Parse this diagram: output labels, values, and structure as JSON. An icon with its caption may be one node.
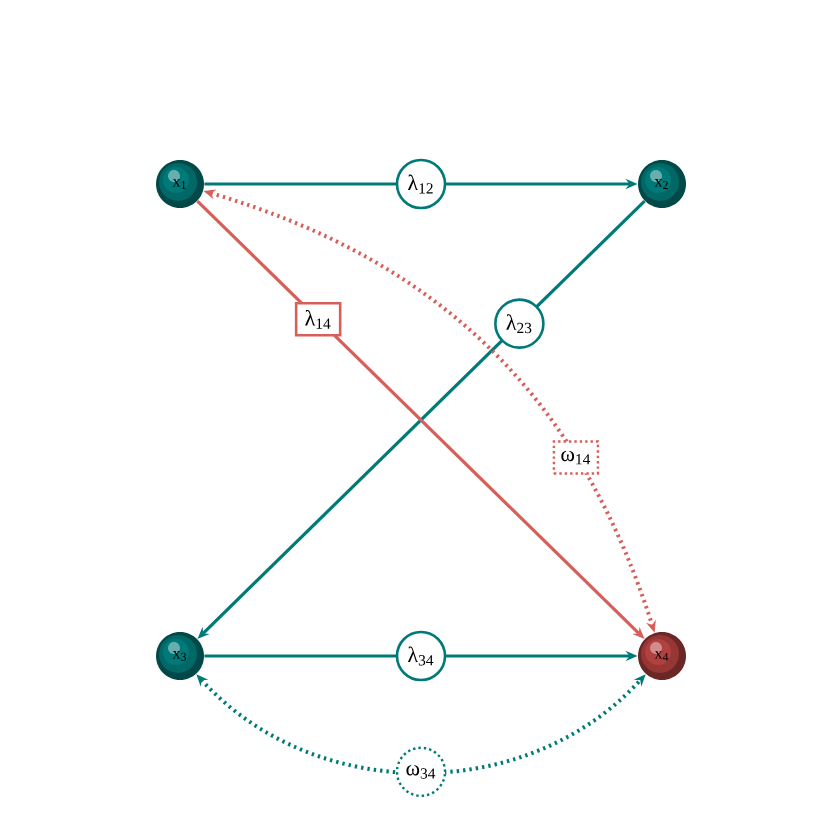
{
  "diagram": {
    "nodes": [
      {
        "text": [
          "x$_{1}$"
        ]
      },
      {
        "text": [
          "x$_{2}$"
        ]
      },
      {
        "text": [
          "x$_{3}$"
        ]
      },
      {
        "text": [
          "x$_{4}$"
        ]
      }
    ],
    "edges": [
      {
        "from": 0,
        "to": 1,
        "arrow": "to",
        "label": "λ$_{12}$"
      },
      {
        "from": 1,
        "to": 2,
        "arrow": "to",
        "label": "λ$_{23}$"
      },
      {
        "from": 0,
        "to": 3,
        "arrow": "to",
        "label": "λ$_{14}$",
        "color": "#d65f5a"
      },
      {
        "from": 2,
        "to": 3,
        "arrow": "to",
        "label": "λ$_{34}$"
      },
      {
        "from": 0,
        "to": 3,
        "arrow": "both",
        "label": "ω$_{14}$",
        "style": "dashed",
        "color": "#d65f5a"
      },
      {
        "from": 2,
        "to": 3,
        "arrow": "both",
        "label": "ω$_{34}$",
        "style": "dashed"
      }
    ]
  }
}
